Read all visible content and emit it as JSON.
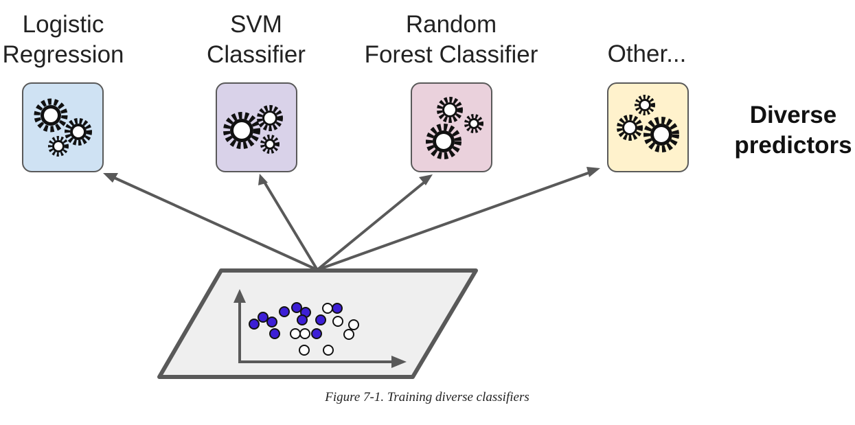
{
  "predictors": [
    {
      "label_lines": [
        "Logistic",
        "Regression"
      ],
      "fill": "#cfe2f3",
      "icon": "gears-icon"
    },
    {
      "label_lines": [
        "SVM",
        "Classifier"
      ],
      "fill": "#d9d2e9",
      "icon": "gears-icon"
    },
    {
      "label_lines": [
        "Random",
        "Forest Classifier"
      ],
      "fill": "#ead1dc",
      "icon": "gears-icon"
    },
    {
      "label_lines": [
        "Other..."
      ],
      "fill": "#fff2cc",
      "icon": "gears-icon"
    }
  ],
  "side_label_lines": [
    "Diverse",
    "predictors"
  ],
  "caption": "Figure 7-1. Training diverse classifiers",
  "colors": {
    "arrow": "#595959",
    "box_stroke": "#595959",
    "dataset_fill": "#efefef",
    "blue_point": "#3d1fd6"
  }
}
